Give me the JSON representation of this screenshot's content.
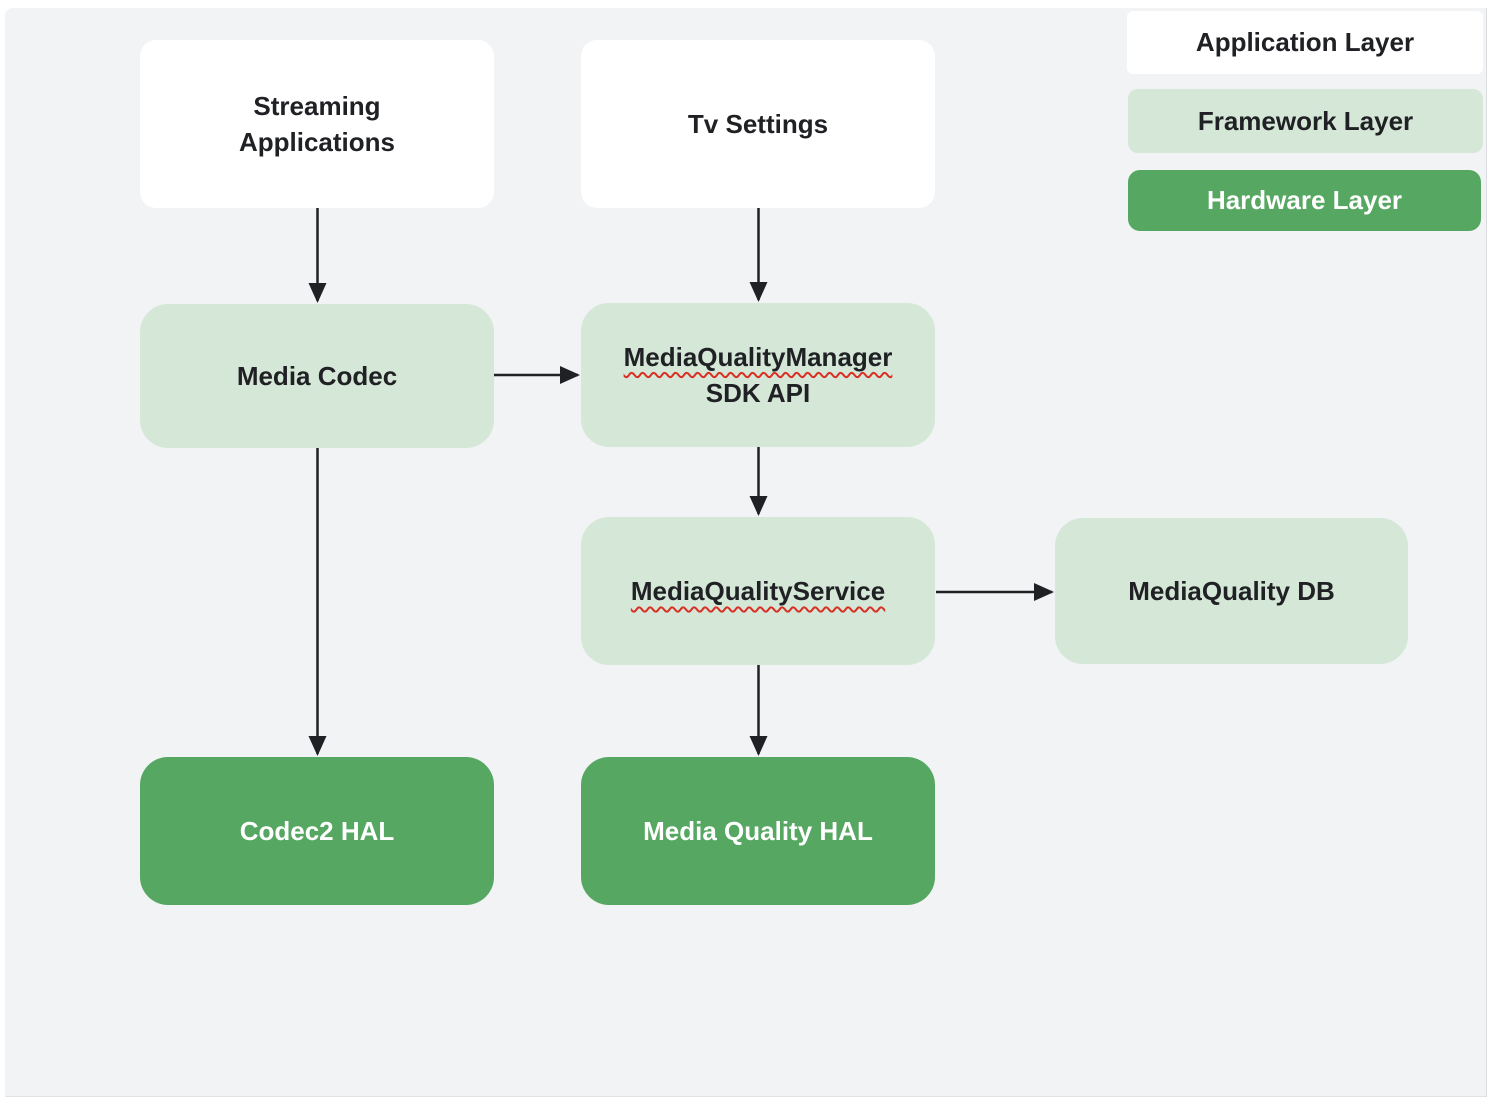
{
  "legend": {
    "items": [
      {
        "label": "Application Layer",
        "layer": "application"
      },
      {
        "label": "Framework Layer",
        "layer": "framework"
      },
      {
        "label": "Hardware Layer",
        "layer": "hardware"
      }
    ]
  },
  "nodes": {
    "streaming_apps": {
      "label": "Streaming Applications",
      "layer": "application"
    },
    "tv_settings": {
      "label": "Tv Settings",
      "layer": "application"
    },
    "media_codec": {
      "label": "Media Codec",
      "layer": "framework"
    },
    "mqm_sdk": {
      "line1": "MediaQualityManager",
      "line2": "SDK API",
      "layer": "framework",
      "spellcheck_underline": true
    },
    "mq_service": {
      "label": "MediaQualityService",
      "layer": "framework",
      "spellcheck_underline": true
    },
    "mq_db": {
      "label": "MediaQuality DB",
      "layer": "framework"
    },
    "codec2_hal": {
      "label": "Codec2 HAL",
      "layer": "hardware"
    },
    "media_quality_hal": {
      "label": "Media Quality HAL",
      "layer": "hardware"
    }
  },
  "edges": [
    {
      "from": "streaming_apps",
      "to": "media_codec",
      "direction": "down"
    },
    {
      "from": "tv_settings",
      "to": "mqm_sdk",
      "direction": "down"
    },
    {
      "from": "media_codec",
      "to": "mqm_sdk",
      "direction": "right"
    },
    {
      "from": "mqm_sdk",
      "to": "mq_service",
      "direction": "down"
    },
    {
      "from": "mq_service",
      "to": "mq_db",
      "direction": "right"
    },
    {
      "from": "mq_service",
      "to": "media_quality_hal",
      "direction": "down"
    },
    {
      "from": "media_codec",
      "to": "codec2_hal",
      "direction": "down"
    }
  ],
  "colors": {
    "application": "#ffffff",
    "framework": "#d5e7d7",
    "hardware": "#56a762",
    "background": "#f1f3f4",
    "text_dark": "#202124",
    "text_light": "#ffffff",
    "arrow": "#202124",
    "spellcheck": "#d93025"
  }
}
